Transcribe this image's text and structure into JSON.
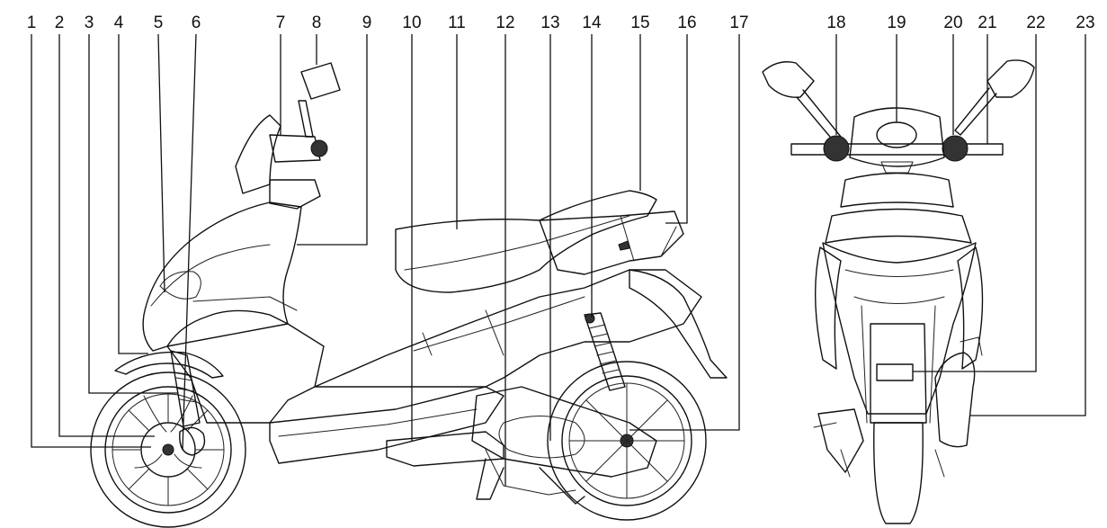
{
  "callouts": [
    "1",
    "2",
    "3",
    "4",
    "5",
    "6",
    "7",
    "8",
    "9",
    "10",
    "11",
    "12",
    "13",
    "14",
    "15",
    "16",
    "17",
    "18",
    "19",
    "20",
    "21",
    "22",
    "23"
  ],
  "colors": {
    "ink": "#111111",
    "background": "#ffffff"
  }
}
